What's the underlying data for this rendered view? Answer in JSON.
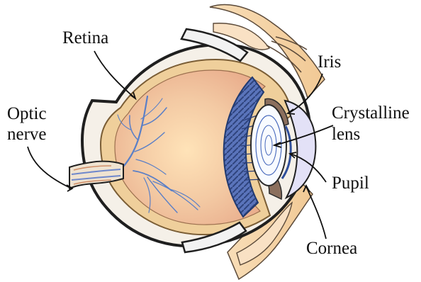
{
  "labels": {
    "retina": "Retina",
    "optic_nerve_line1": "Optic",
    "optic_nerve_line2": "nerve",
    "iris": "Iris",
    "crystalline_line1": "Crystalline",
    "crystalline_line2": "lens",
    "pupil": "Pupil",
    "cornea": "Cornea"
  },
  "colors": {
    "skin": "#f5d7ab",
    "outer_coat": "#e9dcc6",
    "vitreous": "#f3c9a3",
    "vessels": "#5a7fc7",
    "ciliary": "#4d6fb4",
    "lens_fill": "#f8fbff",
    "cornea_fill": "#e3e1f7",
    "line": "#1f1f1f"
  }
}
